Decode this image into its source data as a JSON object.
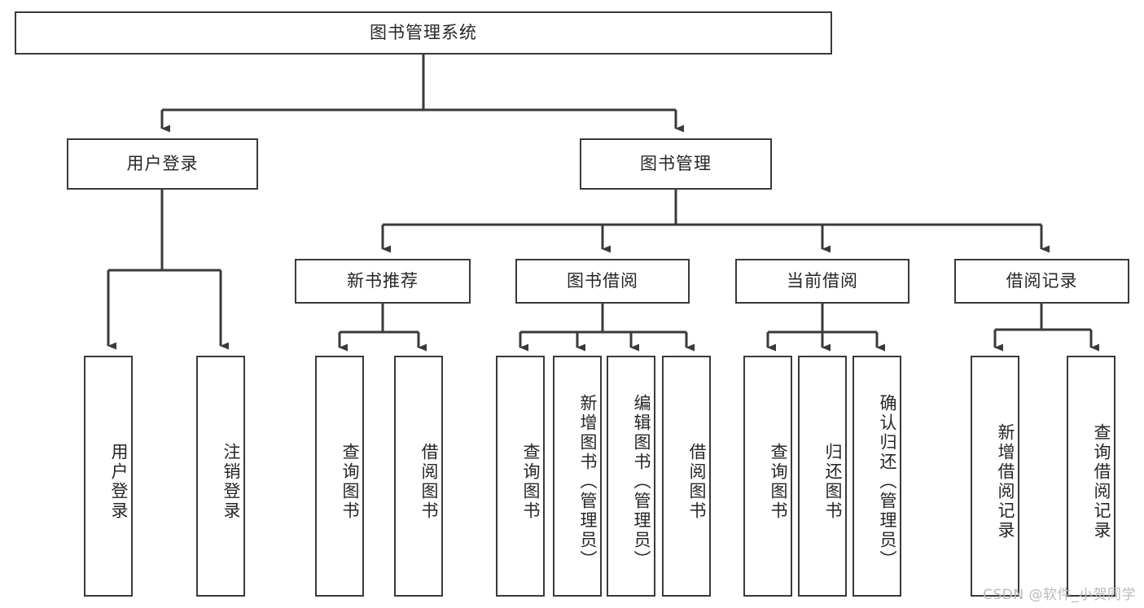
{
  "diagram": {
    "type": "tree-hierarchy-chart",
    "title": "图书管理系统",
    "watermark": "CSDN @软件_小贺同学",
    "colors": {
      "box_border": "#3a3a3a",
      "box_fill": "#ffffff",
      "connector": "#3a3a3a",
      "text": "#262626",
      "watermark": "#b9b9b9"
    },
    "nodes": {
      "root": {
        "label": "图书管理系统"
      },
      "level2": [
        {
          "id": "user-login",
          "label": "用户登录"
        },
        {
          "id": "book-manage",
          "label": "图书管理"
        }
      ],
      "level3": [
        {
          "id": "new-book-rec",
          "label": "新书推荐"
        },
        {
          "id": "book-borrow",
          "label": "图书借阅"
        },
        {
          "id": "current-borrow",
          "label": "当前借阅"
        },
        {
          "id": "borrow-record",
          "label": "借阅记录"
        }
      ],
      "leaves": {
        "user_login": [
          {
            "id": "leaf-user-login",
            "label": "用户登录"
          },
          {
            "id": "leaf-logout",
            "label": "注销登录"
          }
        ],
        "new_book_rec": [
          {
            "id": "leaf-query-book-1",
            "label": "查询图书"
          },
          {
            "id": "leaf-borrow-book-1",
            "label": "借阅图书"
          }
        ],
        "book_borrow": [
          {
            "id": "leaf-query-book-2",
            "label": "查询图书"
          },
          {
            "id": "leaf-add-book",
            "label": "新增图书（管理员）"
          },
          {
            "id": "leaf-edit-book",
            "label": "编辑图书（管理员）"
          },
          {
            "id": "leaf-borrow-book-2",
            "label": "借阅图书"
          }
        ],
        "current_borrow": [
          {
            "id": "leaf-query-book-3",
            "label": "查询图书"
          },
          {
            "id": "leaf-return-book",
            "label": "归还图书"
          },
          {
            "id": "leaf-confirm-return",
            "label": "确认归还（管理员）"
          }
        ],
        "borrow_record": [
          {
            "id": "leaf-add-record",
            "label": "新增借阅记录"
          },
          {
            "id": "leaf-query-record",
            "label": "查询借阅记录"
          }
        ]
      }
    }
  }
}
